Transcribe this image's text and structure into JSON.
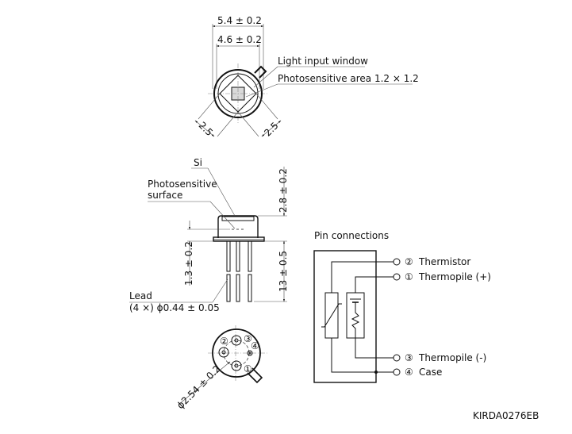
{
  "top_view": {
    "dim_outer": "5.4 ± 0.2",
    "dim_inner": "4.6 ± 0.2",
    "label_window": "Light input window",
    "label_area": "Photosensitive area  1.2 × 1.2",
    "dim_left_diag": "2.5",
    "dim_right_diag": "2.5"
  },
  "side_view": {
    "label_si": "Si",
    "label_surface_line1": "Photosensitive",
    "label_surface_line2": "surface",
    "dim_height": "2.8 ± 0.2",
    "dim_surface": "1.3 ± 0.2",
    "dim_lead_length": "13 ± 0.5",
    "label_lead_line1": "Lead",
    "label_lead_line2": "(4 ×) ϕ0.44 ± 0.05"
  },
  "bottom_view": {
    "dim_pitch": "ϕ2.54 ± 0.2",
    "pins": [
      "①",
      "②",
      "③",
      "④"
    ]
  },
  "pin_connections": {
    "title": "Pin connections",
    "pins": [
      {
        "number": "②",
        "label": "Thermistor"
      },
      {
        "number": "①",
        "label": "Thermopile (+)"
      },
      {
        "number": "③",
        "label": "Thermopile (-)"
      },
      {
        "number": "④",
        "label": "Case"
      }
    ]
  },
  "drawing_code": "KIRDA0276EB"
}
